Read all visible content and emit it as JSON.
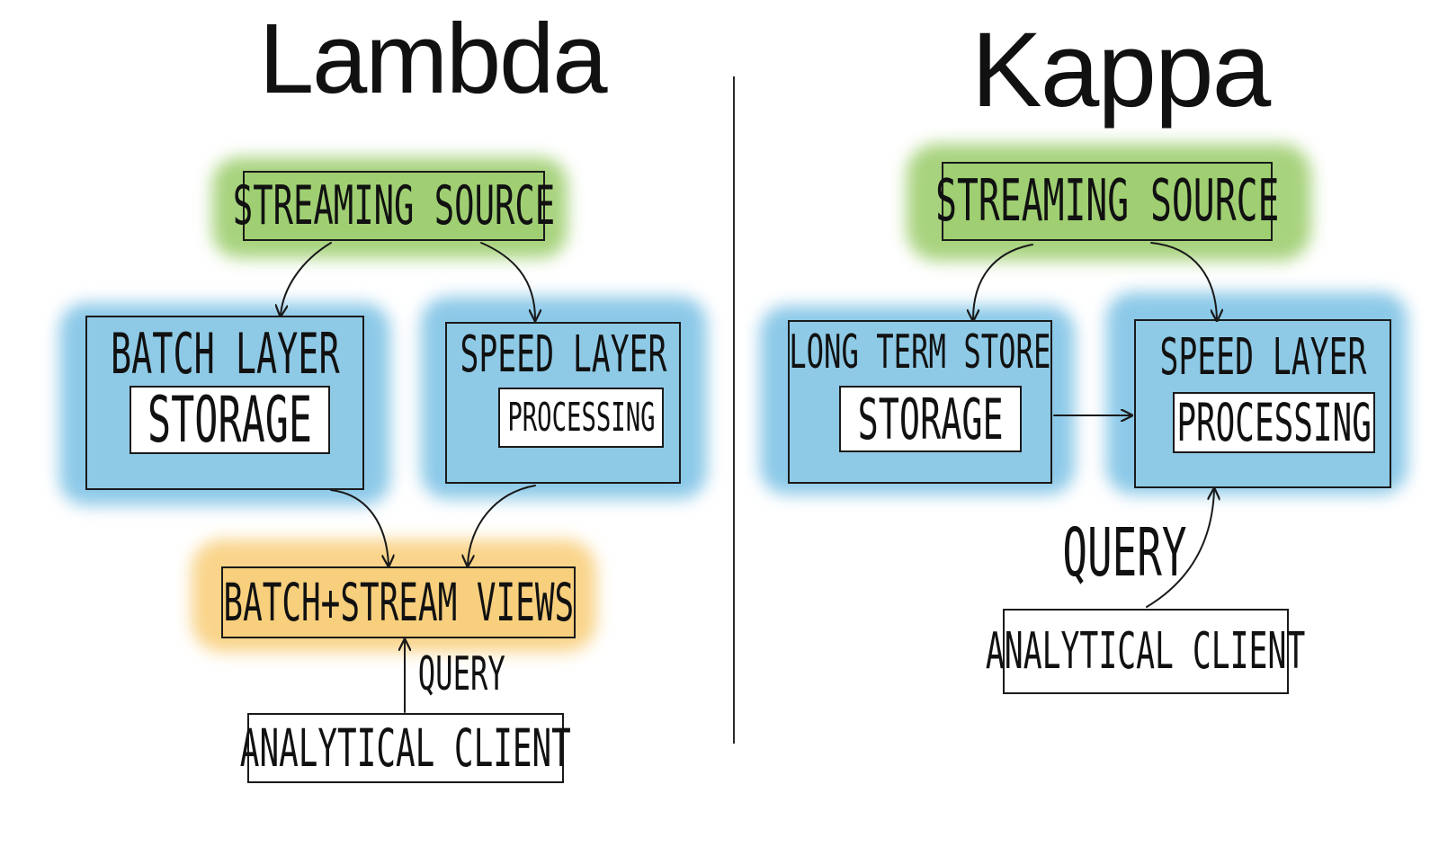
{
  "colors": {
    "green": "#9fcf72",
    "green_glow": "#a8d37e",
    "blue": "#8ecae6",
    "blue_glow": "#8cc9e8",
    "orange": "#f7cf7d",
    "orange_glow": "#f9d48a",
    "ink": "#1a1a1a"
  },
  "lambda": {
    "title": "Lambda",
    "source": "Streaming source",
    "batch_layer": {
      "title": "Batch layer",
      "inner": "Storage"
    },
    "speed_layer": {
      "title": "Speed layer",
      "inner": "processing"
    },
    "views": "Batch+stream views",
    "query": "Query",
    "client": "Analytical client"
  },
  "kappa": {
    "title": "Kappa",
    "source": "Streaming source",
    "long_term_store": {
      "title": "Long term store",
      "inner": "Storage"
    },
    "speed_layer": {
      "title": "Speed layer",
      "inner": "Processing"
    },
    "query": "Query",
    "client": "Analytical client"
  }
}
